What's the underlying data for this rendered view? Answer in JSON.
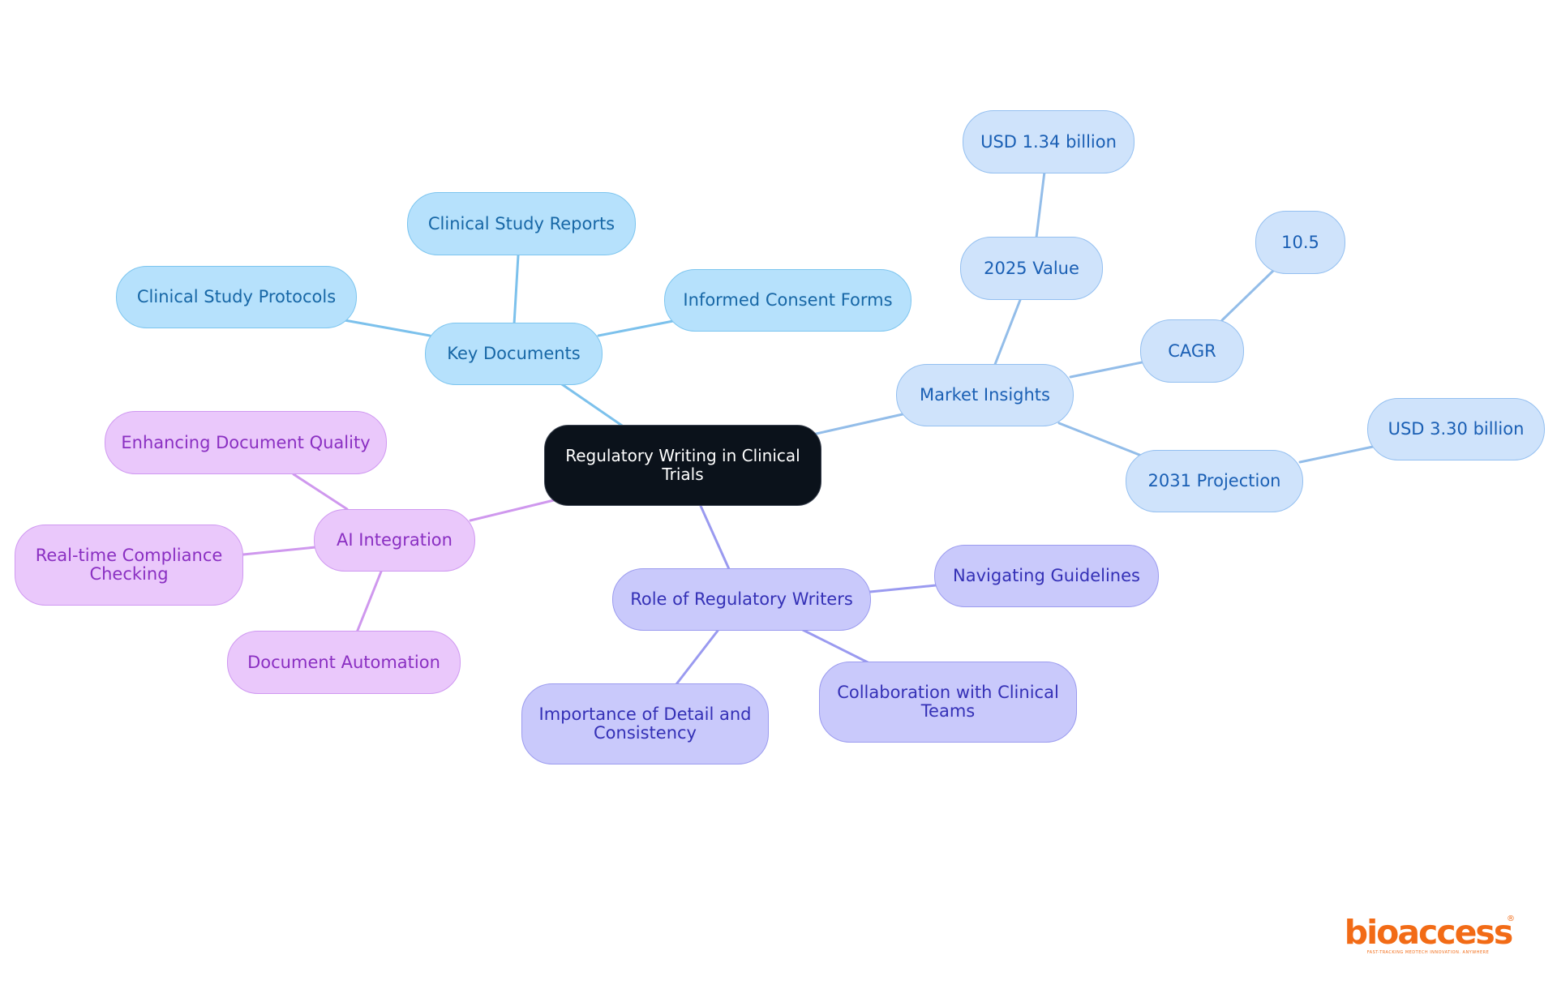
{
  "mindmap": {
    "root": {
      "label": "Regulatory Writing in Clinical Trials"
    },
    "key_documents": {
      "label": "Key Documents",
      "children": [
        "Clinical Study Protocols",
        "Clinical Study Reports",
        "Informed Consent Forms"
      ]
    },
    "market_insights": {
      "label": "Market Insights",
      "value_2025": {
        "label": "2025 Value",
        "child": "USD 1.34 billion"
      },
      "cagr": {
        "label": "CAGR",
        "child": "10.5"
      },
      "projection_2031": {
        "label": "2031 Projection",
        "child": "USD 3.30 billion"
      }
    },
    "role_of_writers": {
      "label": "Role of Regulatory Writers",
      "children": [
        "Navigating Guidelines",
        "Collaboration with Clinical Teams",
        "Importance of Detail and Consistency"
      ]
    },
    "ai_integration": {
      "label": "AI Integration",
      "children": [
        "Enhancing Document Quality",
        "Real-time Compliance Checking",
        "Document Automation"
      ]
    }
  },
  "logo": {
    "wordmark": "bioaccess",
    "registered": "®",
    "tagline": "FAST-TRACKING MEDTECH INNOVATION. ANYWHERE"
  },
  "colors": {
    "root_fill": "#0b121b",
    "key_documents_fill": "#b6e1fc",
    "key_documents_edge": "#7cc1ec",
    "market_fill": "#cfe3fb",
    "market_edge": "#93bde9",
    "role_fill": "#c9c9fb",
    "role_edge": "#9a9af0",
    "ai_fill": "#eac8fb",
    "ai_edge": "#cf98ee",
    "logo": "#f26b16"
  }
}
